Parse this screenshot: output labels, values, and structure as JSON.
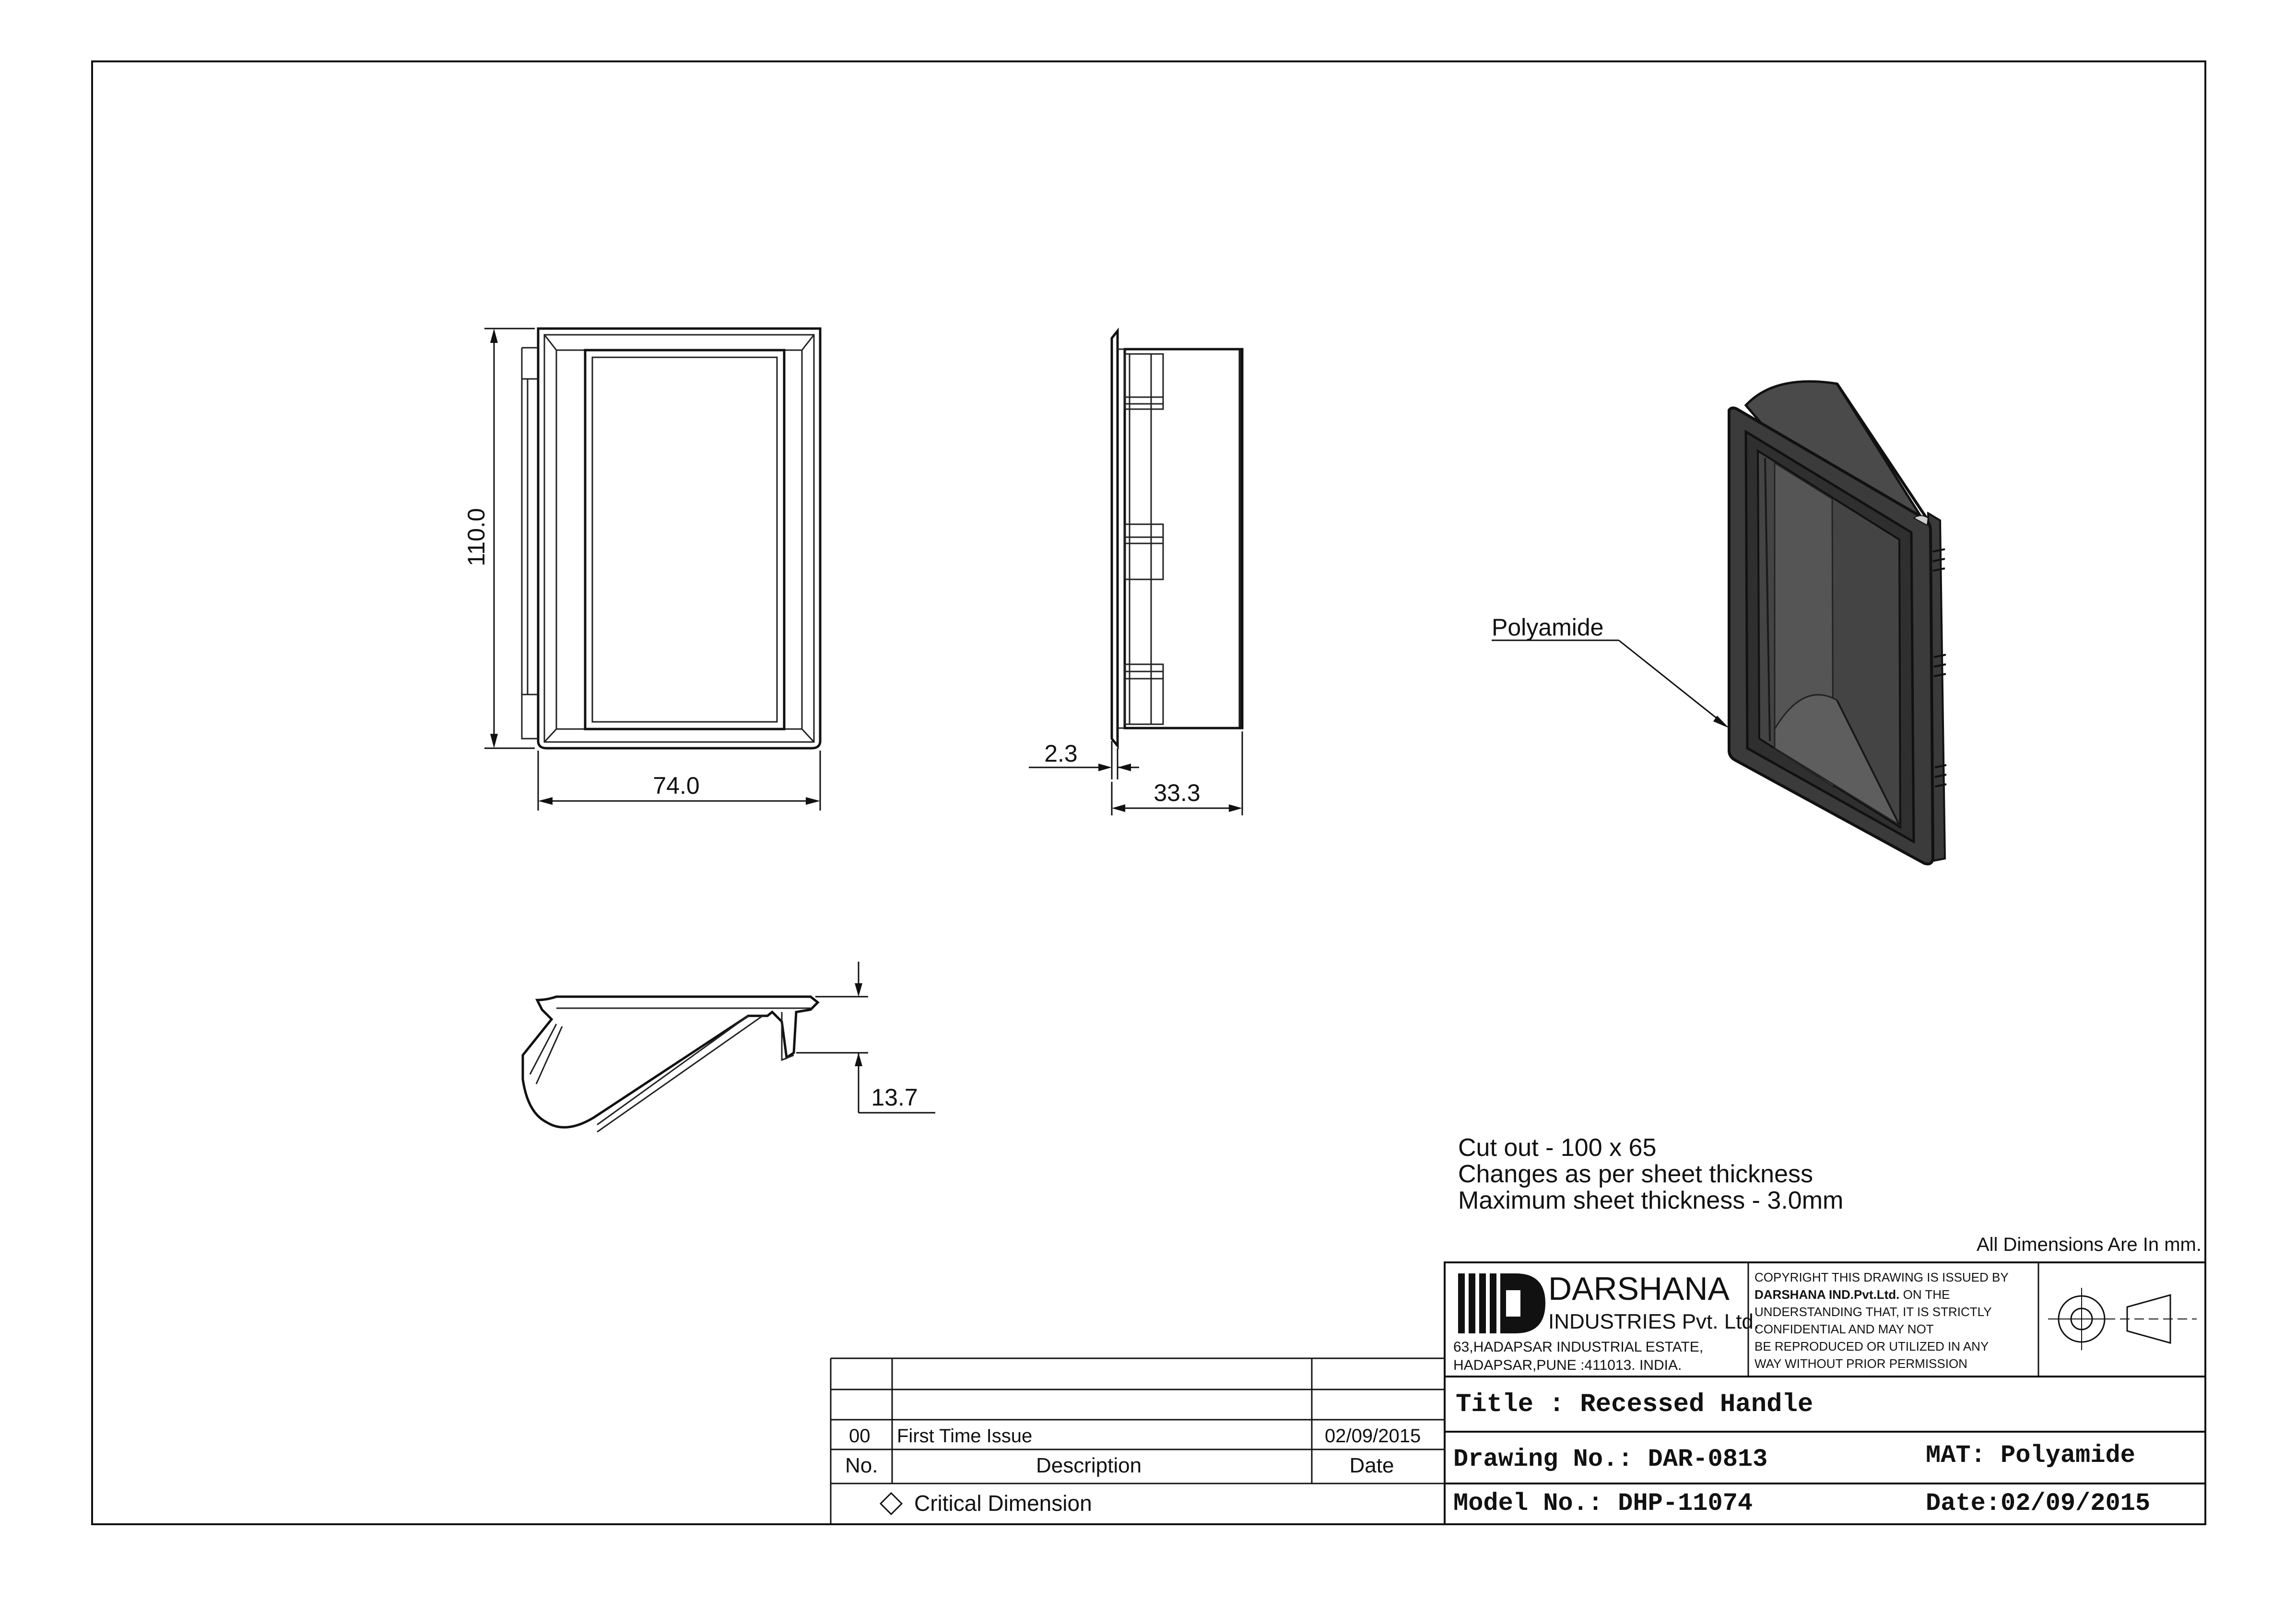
{
  "dimensions": {
    "front_height": "110.0",
    "front_width": "74.0",
    "flange_thickness": "2.3",
    "side_depth": "33.3",
    "top_height": "13.7"
  },
  "callout": {
    "material_label": "Polyamide"
  },
  "notes": [
    "Cut out - 100 x 65",
    "Changes as per sheet thickness",
    "Maximum sheet thickness - 3.0mm"
  ],
  "units_note": "All Dimensions Are In mm.",
  "company": {
    "name": "DARSHANA",
    "subname": "INDUSTRIES Pvt. Ltd.",
    "address_line1": "63,HADAPSAR INDUSTRIAL ESTATE,",
    "address_line2": "HADAPSAR,PUNE :411013. INDIA."
  },
  "copyright": {
    "line1": "COPYRIGHT THIS DRAWING IS ISSUED BY",
    "line2_bold": "DARSHANA IND.Pvt.Ltd.",
    "line2_rest": " ON THE",
    "line3": "UNDERSTANDING THAT, IT IS STRICTLY",
    "line4": "CONFIDENTIAL AND MAY NOT",
    "line5": "BE REPRODUCED OR UTILIZED IN ANY",
    "line6": "WAY WITHOUT PRIOR PERMISSION"
  },
  "title_block": {
    "title": "Title : Recessed Handle",
    "drawing_no": "Drawing No.: DAR-0813",
    "material": "MAT: Polyamide",
    "model_no": "Model No.: DHP-11074",
    "date": "Date:02/09/2015"
  },
  "revision_table": {
    "headers": {
      "no": "No.",
      "description": "Description",
      "date": "Date"
    },
    "rows": [
      {
        "no": "00",
        "description": "First Time Issue",
        "date": "02/09/2015"
      }
    ],
    "legend": "Critical Dimension"
  }
}
